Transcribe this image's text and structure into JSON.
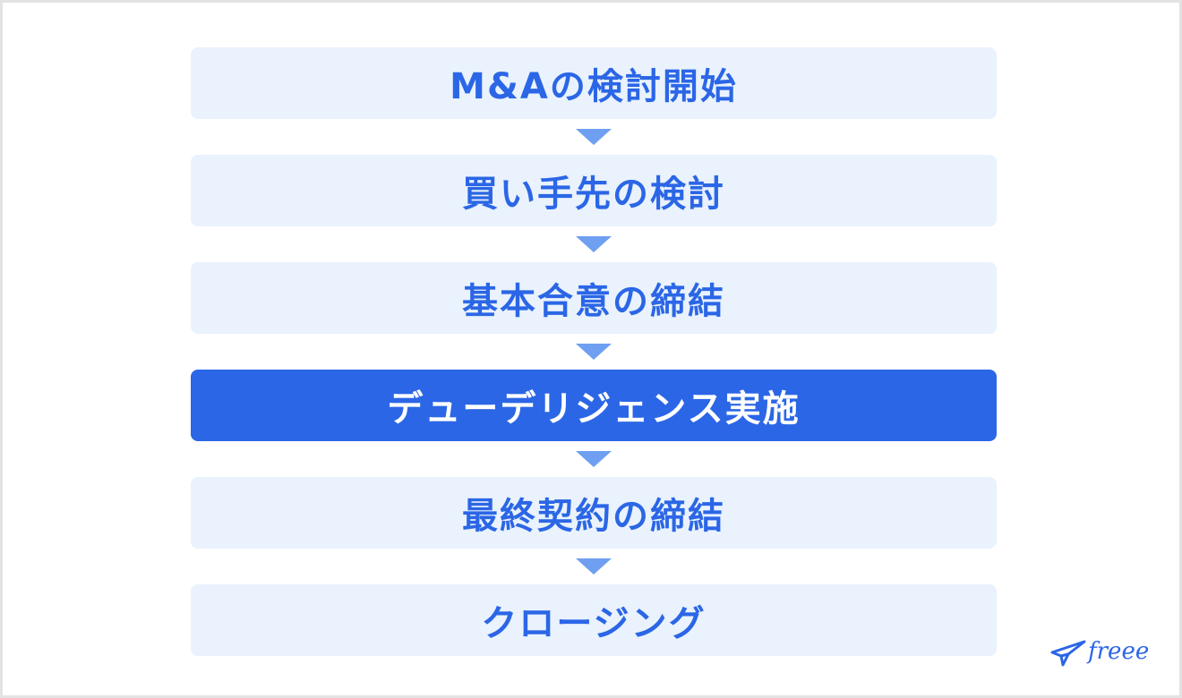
{
  "colors": {
    "accent": "#2b66e6",
    "step_bg": "#e9f2fd",
    "arrow": "#6f9ff0",
    "active_text": "#ffffff",
    "border": "#e3e3e3"
  },
  "steps": [
    {
      "label": "M&Aの検討開始",
      "active": false
    },
    {
      "label": "買い手先の検討",
      "active": false
    },
    {
      "label": "基本合意の締結",
      "active": false
    },
    {
      "label": "デューデリジェンス実施",
      "active": true
    },
    {
      "label": "最終契約の締結",
      "active": false
    },
    {
      "label": "クロージング",
      "active": false
    }
  ],
  "logo": {
    "text": "freee",
    "icon": "freee-bird-icon"
  }
}
